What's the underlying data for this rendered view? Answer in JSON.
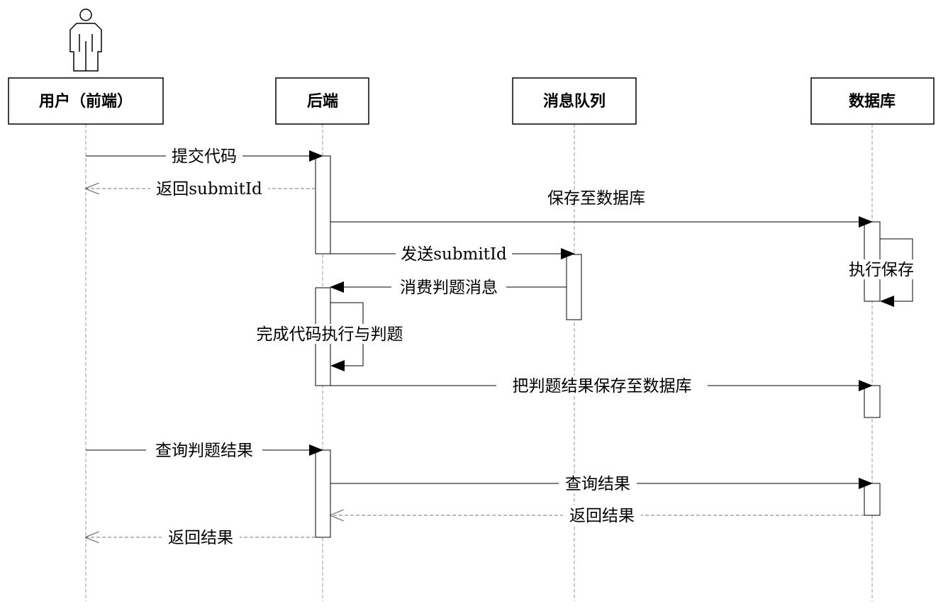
{
  "participants": [
    {
      "id": "user",
      "label": "用户（前端）",
      "actor": true
    },
    {
      "id": "backend",
      "label": "后端"
    },
    {
      "id": "mq",
      "label": "消息队列"
    },
    {
      "id": "db",
      "label": "数据库"
    }
  ],
  "messages": [
    {
      "id": "submit-code",
      "label": "提交代码",
      "from": "user",
      "to": "backend",
      "kind": "sync"
    },
    {
      "id": "return-submitid",
      "label": "返回submitId",
      "from": "backend",
      "to": "user",
      "kind": "reply"
    },
    {
      "id": "save-to-db",
      "label": "保存至数据库",
      "from": "backend",
      "to": "db",
      "kind": "sync"
    },
    {
      "id": "send-submitid",
      "label": "发送submitId",
      "from": "backend",
      "to": "mq",
      "kind": "sync"
    },
    {
      "id": "db-execute-save",
      "label": "执行保存",
      "from": "db",
      "to": "db",
      "kind": "self"
    },
    {
      "id": "consume-judge-msg",
      "label": "消费判题消息",
      "from": "mq",
      "to": "backend",
      "kind": "sync"
    },
    {
      "id": "finish-exec-judge",
      "label": "完成代码执行与判题",
      "from": "backend",
      "to": "backend",
      "kind": "self"
    },
    {
      "id": "save-judge-result",
      "label": "把判题结果保存至数据库",
      "from": "backend",
      "to": "db",
      "kind": "sync"
    },
    {
      "id": "query-judge-result",
      "label": "查询判题结果",
      "from": "user",
      "to": "backend",
      "kind": "sync"
    },
    {
      "id": "query-result",
      "label": "查询结果",
      "from": "backend",
      "to": "db",
      "kind": "sync"
    },
    {
      "id": "db-return-result",
      "label": "返回结果",
      "from": "db",
      "to": "backend",
      "kind": "reply"
    },
    {
      "id": "backend-return-result",
      "label": "返回结果",
      "from": "backend",
      "to": "user",
      "kind": "reply"
    }
  ]
}
